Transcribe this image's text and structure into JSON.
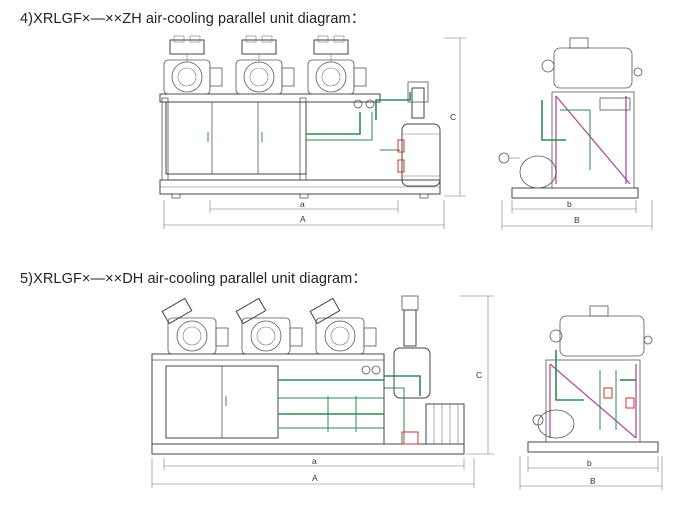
{
  "headings": {
    "diagram4": "4)XRLGF×—××ZH air-cooling parallel unit diagram：",
    "diagram5": "5)XRLGF×—××DH air-cooling parallel unit diagram："
  },
  "dimensions": {
    "front_inner": "a",
    "front_overall": "A",
    "side_inner": "b",
    "side_overall": "B",
    "height": "C"
  },
  "colors": {
    "line": "#555555",
    "pipe": "#2e8b57",
    "frame_accent": "#b0509a",
    "detail": "#cc3333"
  }
}
